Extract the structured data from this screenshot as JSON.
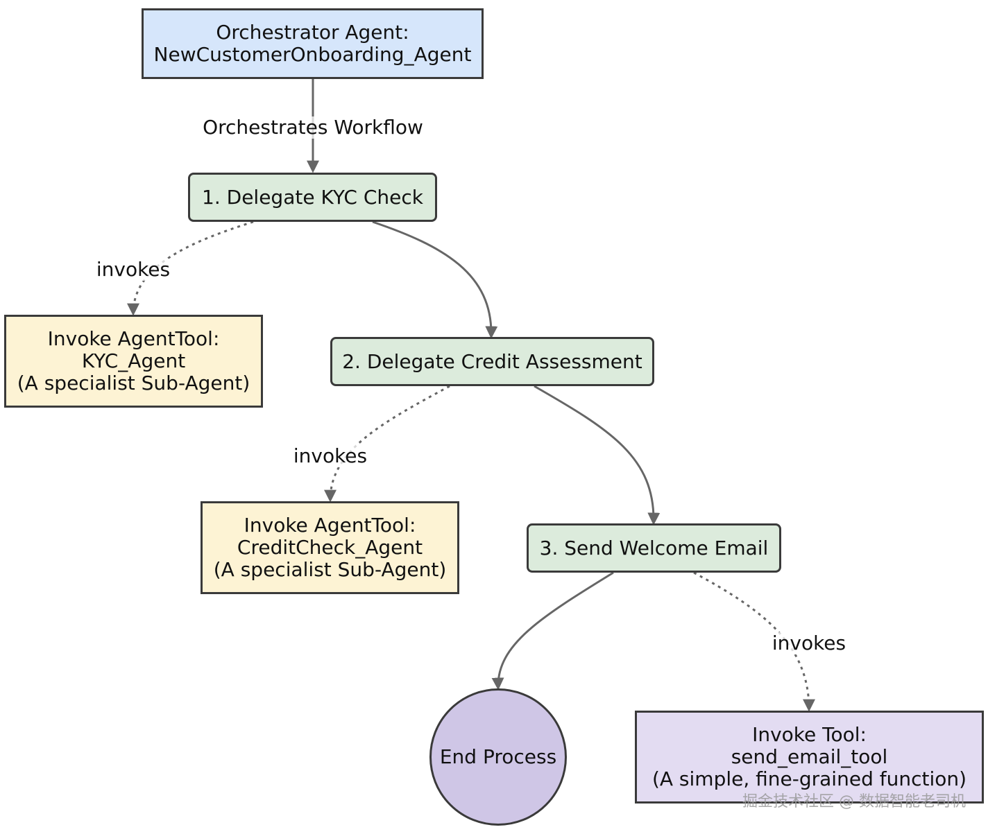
{
  "colors": {
    "orchestrator_fill": "#d6e6fb",
    "step_fill": "#dcebdc",
    "agent_tool_fill": "#fdf3d4",
    "tool_fill": "#e3dcf2",
    "end_fill": "#cfc6e6",
    "border": "#3a3a3a",
    "edge": "#666666"
  },
  "nodes": {
    "orchestrator": {
      "lines": [
        "Orchestrator Agent:",
        "NewCustomerOnboarding_Agent"
      ]
    },
    "step1": {
      "lines": [
        "1. Delegate KYC Check"
      ]
    },
    "kyc_tool": {
      "lines": [
        "Invoke AgentTool:",
        "KYC_Agent",
        "(A specialist Sub-Agent)"
      ]
    },
    "step2": {
      "lines": [
        "2. Delegate Credit Assessment"
      ]
    },
    "credit_tool": {
      "lines": [
        "Invoke AgentTool:",
        "CreditCheck_Agent",
        "(A specialist Sub-Agent)"
      ]
    },
    "step3": {
      "lines": [
        "3. Send Welcome Email"
      ]
    },
    "end": {
      "lines": [
        "End Process"
      ]
    },
    "email_tool": {
      "lines": [
        "Invoke Tool:",
        "send_email_tool",
        "(A simple, fine-grained function)"
      ]
    }
  },
  "edge_labels": {
    "orchestrates": "Orchestrates Workflow",
    "invokes_kyc": "invokes",
    "invokes_credit": "invokes",
    "invokes_email": "invokes"
  },
  "watermark": "掘金技术社区 @ 数据智能老司机"
}
